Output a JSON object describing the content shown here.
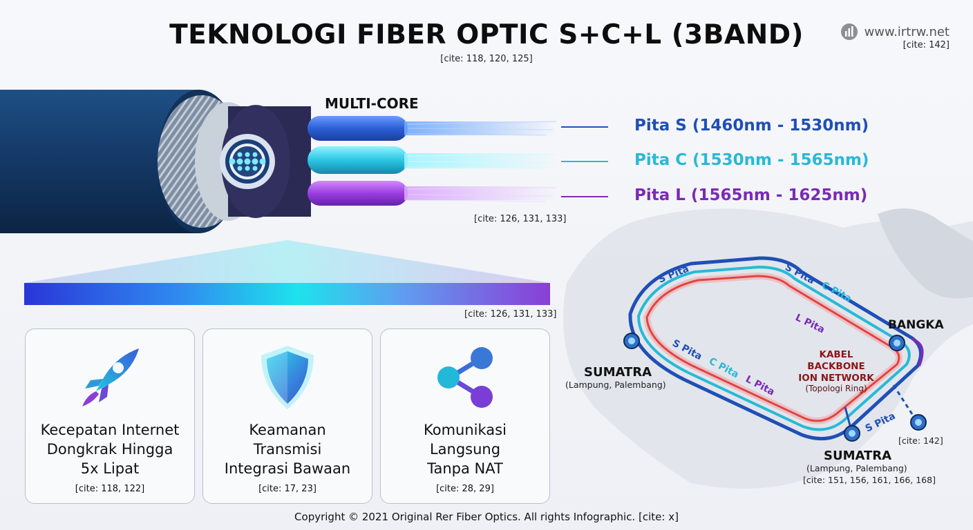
{
  "title": "TEKNOLOGI FIBER OPTIC S+C+L (3BAND)",
  "title_cite": "[cite: 118, 120, 125]",
  "logo": {
    "text": "www.irtrw.net",
    "cite": "[cite: 142]",
    "icon": "globe-icon"
  },
  "cable": {
    "multicore_label": "MULTI-CORE",
    "bands": [
      {
        "label": "Pita S (1460nm - 1530nm)",
        "color": "#1f4fb6"
      },
      {
        "label": "Pita C (1530nm - 1565nm)",
        "color": "#28b9d6"
      },
      {
        "label": "Pita L (1565nm - 1625nm)",
        "color": "#7b2ab5"
      }
    ],
    "cite": "[cite: 126, 131, 133]"
  },
  "spectrum": {
    "cite": "[cite: 126, 131, 133]"
  },
  "cards": [
    {
      "icon": "rocket-icon",
      "text_lines": [
        "Kecepatan Internet",
        "Dongkrak Hingga",
        "5x Lipat"
      ],
      "cite": "[cite: 118, 122]"
    },
    {
      "icon": "shield-icon",
      "text_lines": [
        "Keamanan",
        "Transmisi",
        "Integrasi Bawaan"
      ],
      "cite": "[cite: 17, 23]"
    },
    {
      "icon": "share-icon",
      "text_lines": [
        "Komunikasi",
        "Langsung",
        "Tanpa NAT"
      ],
      "cite": "[cite: 28, 29]"
    }
  ],
  "map": {
    "ring_labels": {
      "s_pita_top_left": "S Pita",
      "s_pita_top_right": "S Pita",
      "c_pita_top_right": "C Pita",
      "l_pita_inner": "L Pita",
      "s_pita_inner": "S Pita",
      "c_pita_inner": "C Pita",
      "l_pita_inner_2": "L Pita",
      "s_pita_bottom": "S Pita"
    },
    "center_label": [
      "KABEL",
      "BACKBONE",
      "ION NETWORK"
    ],
    "center_sub": "(Topologi Ring)",
    "bangka": "BANGKA",
    "sumatra_left": {
      "name": "SUMATRA",
      "sub": "(Lampung, Palembang)"
    },
    "sumatra_bottom": {
      "name": "SUMATRA",
      "sub": "(Lampung, Palembang)",
      "cite": "[cite: 151, 156, 161, 166, 168]"
    },
    "node_cite": "[cite: 142]",
    "colors": {
      "s": "#1f4fb6",
      "c": "#28b9d6",
      "l": "#e04444"
    }
  },
  "footer": "Copyright © 2021 Original Rer Fiber Optics. All rights Infographic. [cite: x]"
}
